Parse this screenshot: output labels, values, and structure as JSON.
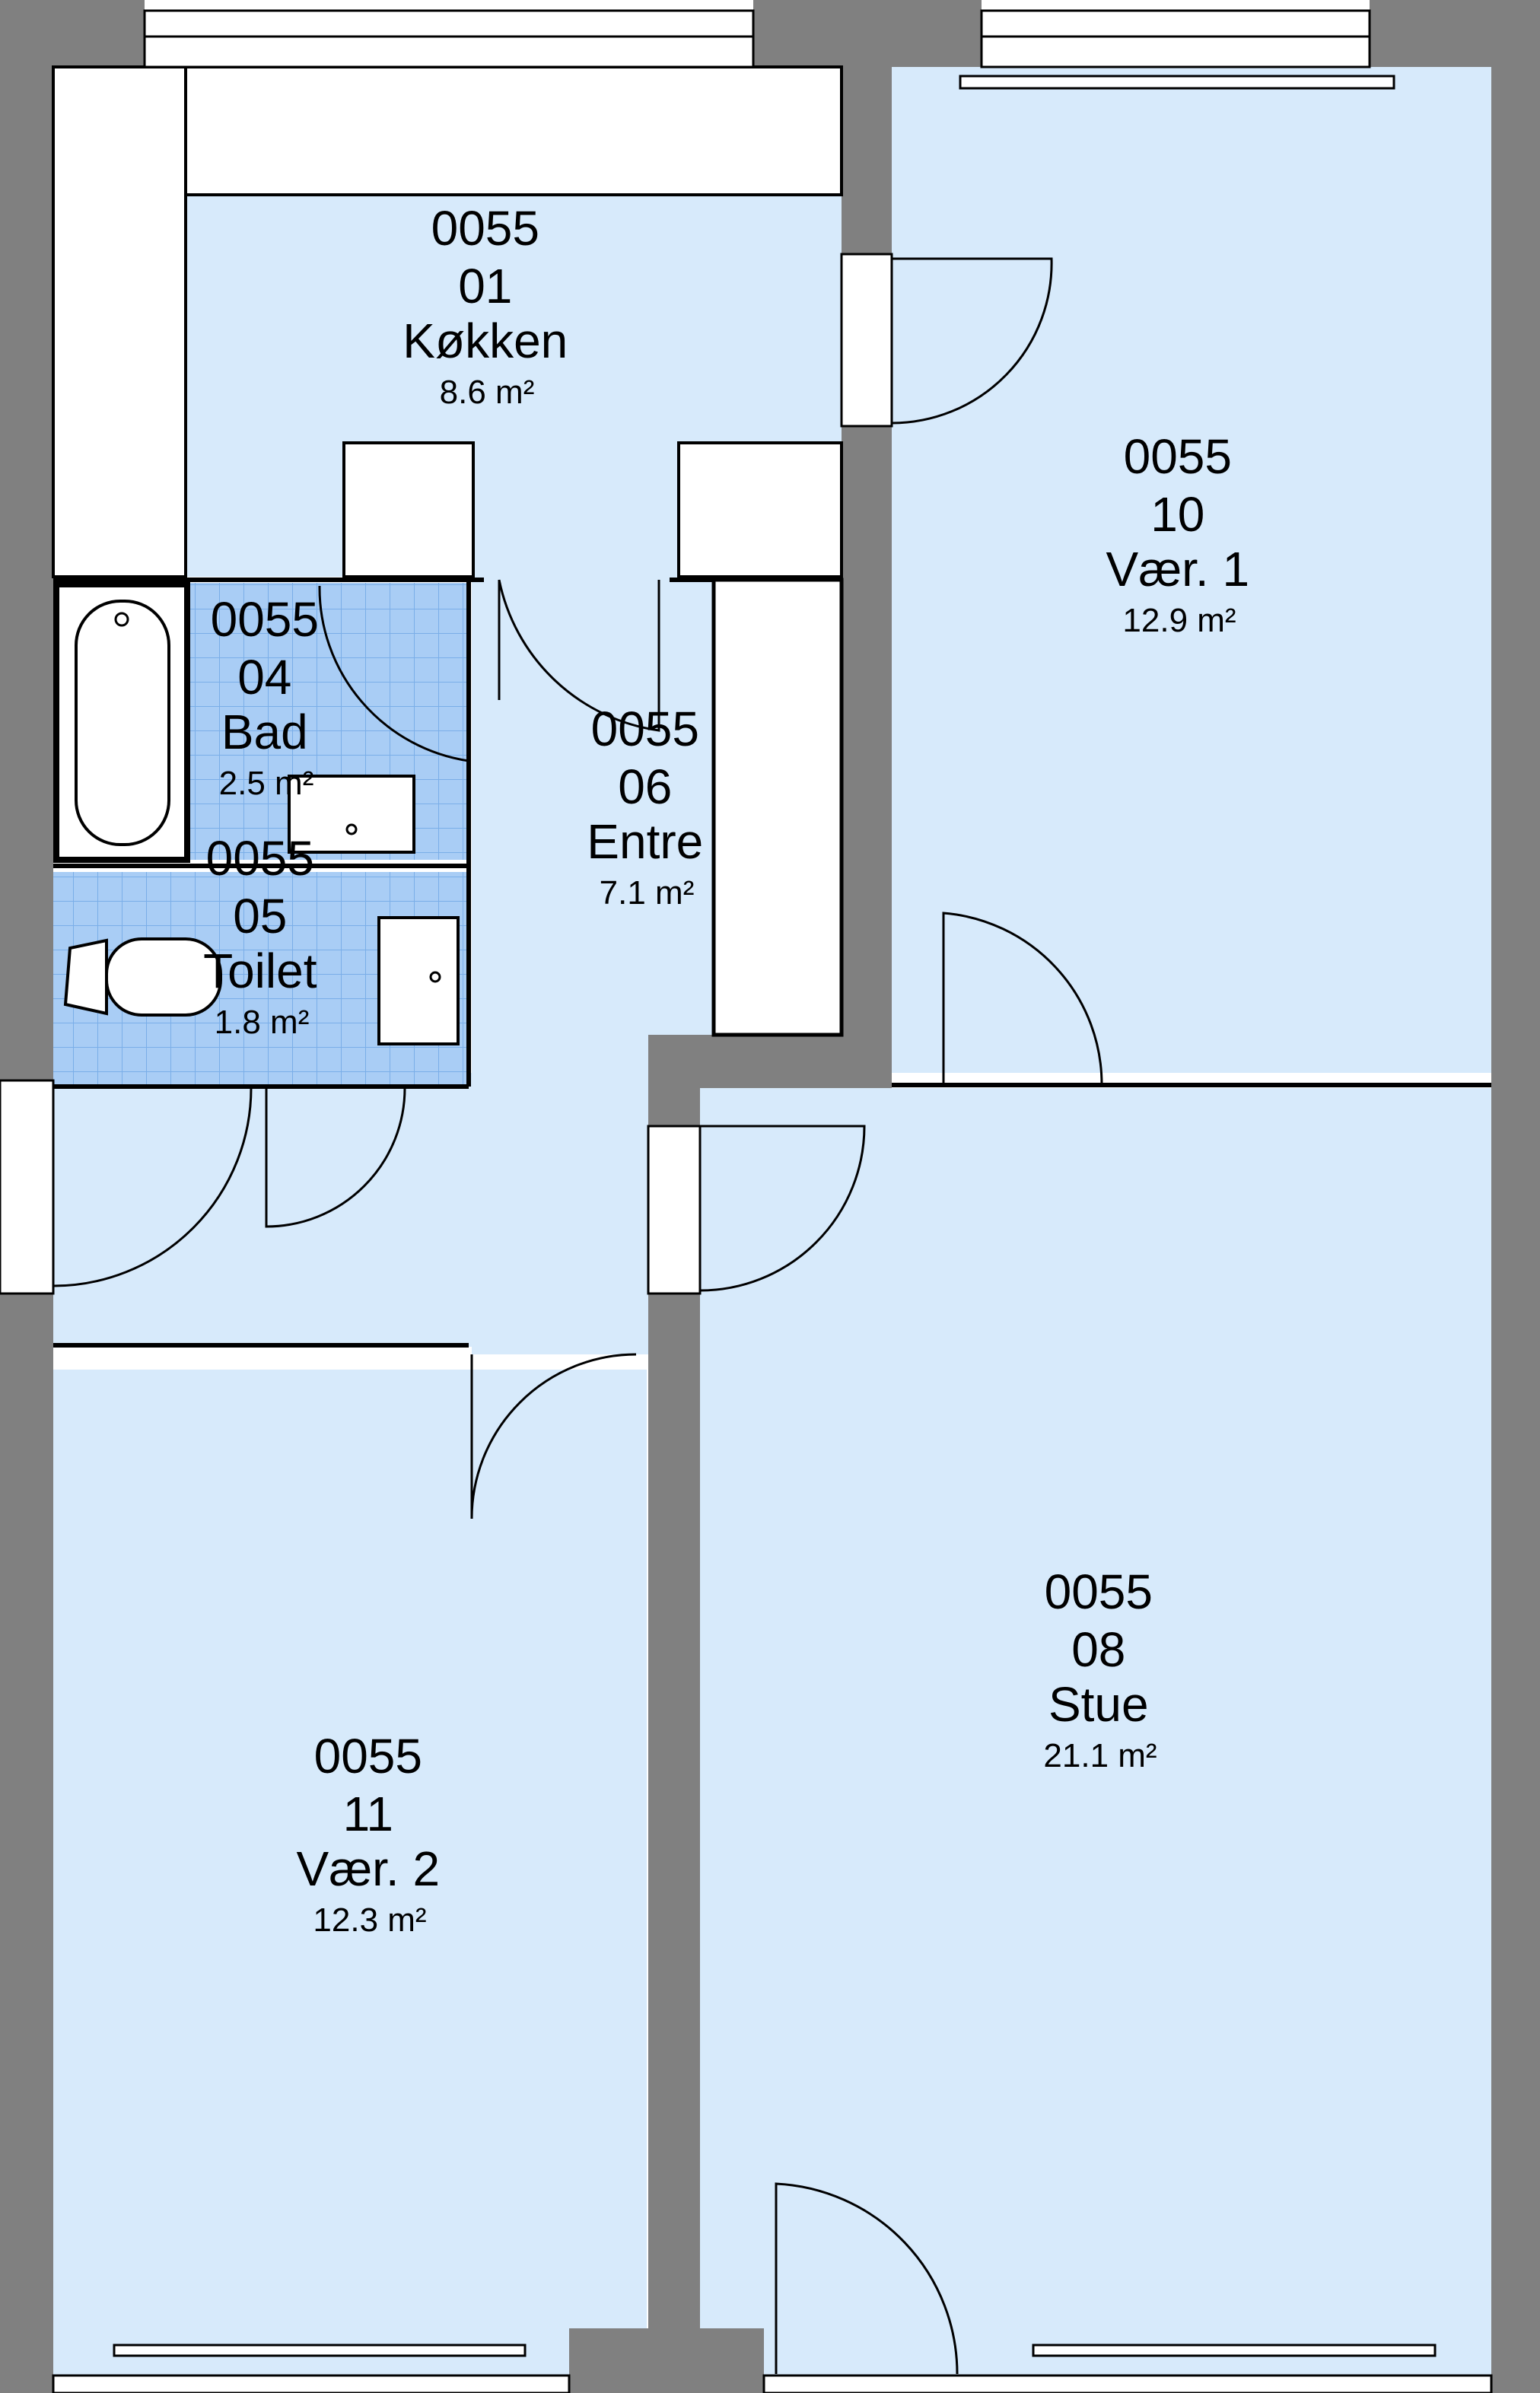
{
  "colors": {
    "wall": "#808080",
    "room_fill": "#d7eafb",
    "wet_room_fill": "#a9cdf5",
    "tile_line": "#7aaee8",
    "line": "#000000",
    "paper": "#ffffff"
  },
  "rooms": [
    {
      "id": "kokken",
      "number": "0055",
      "code": "01",
      "name": "Køkken",
      "area": "8.6 m²"
    },
    {
      "id": "vaer1",
      "number": "0055",
      "code": "10",
      "name": "Vær. 1",
      "area": "12.9 m²"
    },
    {
      "id": "bad",
      "number": "0055",
      "code": "04",
      "name": "Bad",
      "area": "2.5 m²"
    },
    {
      "id": "entre",
      "number": "0055",
      "code": "06",
      "name": "Entre",
      "area": "7.1 m²"
    },
    {
      "id": "toilet",
      "number": "0055",
      "code": "05",
      "name": "Toilet",
      "area": "1.8 m²"
    },
    {
      "id": "stue",
      "number": "0055",
      "code": "08",
      "name": "Stue",
      "area": "21.1 m²"
    },
    {
      "id": "vaer2",
      "number": "0055",
      "code": "11",
      "name": "Vær. 2",
      "area": "12.3 m²"
    }
  ]
}
